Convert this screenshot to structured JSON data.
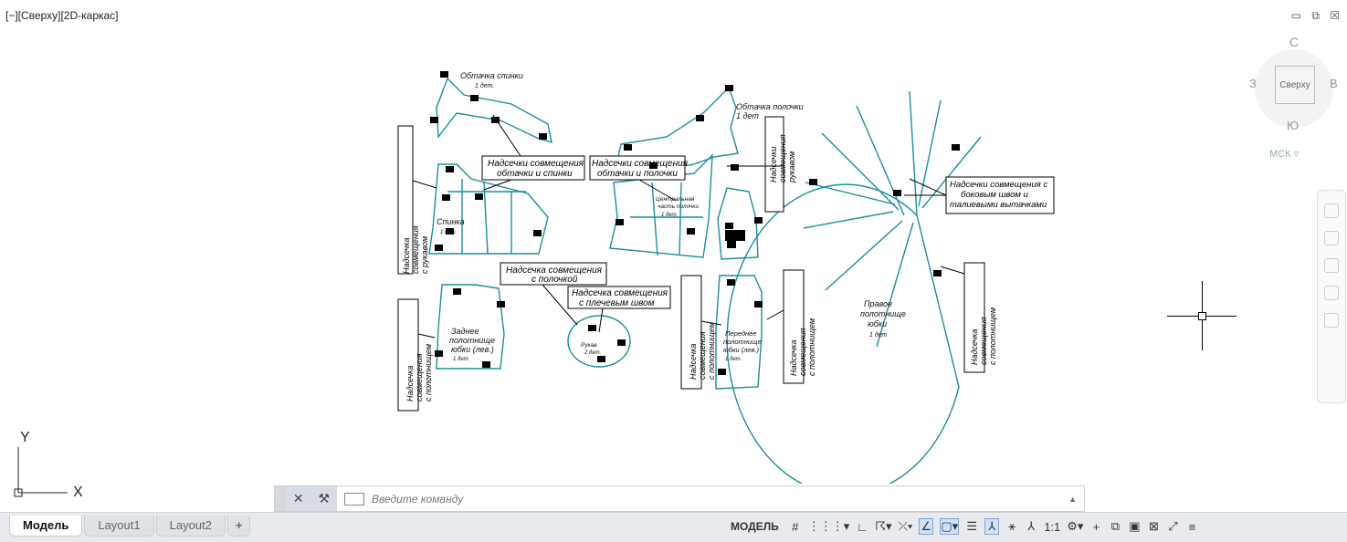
{
  "viewport": {
    "label": "[−][Сверху][2D-каркас]",
    "window_controls": "▭ ⧉ ☒"
  },
  "viewcube": {
    "north": "С",
    "south": "Ю",
    "west": "З",
    "east": "В",
    "face": "Сверху",
    "ucs": "МСК ▿"
  },
  "drawing": {
    "labels": {
      "obtachka_spinki": "Обтачка спинки",
      "obtachka_spinki_count": "1 дет.",
      "obtachka_polochki": "Обтачка полочки",
      "obtachka_polochki_count": "1 дет",
      "spinka": "Спинка",
      "spinka_count": "1 дет.",
      "central_part": "Центральная",
      "central_part2": "часть полочки",
      "central_part_count": "1 дет.",
      "rukav": "Рукав",
      "rukav_count": "2 дет.",
      "back_skirt1": "Заднее",
      "back_skirt2": "полотнище",
      "back_skirt3": "юбки (лев.)",
      "back_skirt_count": "1 дет.",
      "front_skirt1": "Переднее",
      "front_skirt2": "полотнище",
      "front_skirt3": "юбки (лев.)",
      "front_skirt_count": "1 дет.",
      "right_skirt1": "Правое",
      "right_skirt2": "полотнище",
      "right_skirt3": "юбки",
      "right_skirt_count": "1 дет"
    },
    "callouts": {
      "c1a": "Надсечки совмещения",
      "c1b": "обтачки и спинки",
      "c2a": "Надсечки совмещения",
      "c2b": "обтачки и полочки",
      "c3a": "Надсечка совмещения",
      "c3b": "с полочкой",
      "c4a": "Надсечка совмещения",
      "c4b": "с плечевым швом",
      "c5a": "Надсечки совмещения с",
      "c5b": "боковым швом и",
      "c5c": "талиевыми вытачками"
    },
    "vertical_notes": {
      "v1a": "Надсечка",
      "v1b": "совмещения",
      "v1c": "с рукавом",
      "v2a": "Надсечки",
      "v2b": "совмещения",
      "v2c": "рукавом",
      "v3a": "Надсечка",
      "v3b": "совмещения",
      "v3c": "с полотнищем",
      "v4a": "Надсечка",
      "v4b": "совмещения",
      "v4c": "с полотнищем",
      "v5a": "Надсечка",
      "v5b": "совмещения",
      "v5c": "с полотнищем",
      "v6a": "Надсечка",
      "v6b": "совмещения",
      "v6c": "с полотнищем"
    }
  },
  "ucs_icon": {
    "x": "X",
    "y": "Y"
  },
  "command_line": {
    "placeholder": "Введите команду"
  },
  "layout_tabs": [
    "Модель",
    "Layout1",
    "Layout2",
    "+"
  ],
  "status": {
    "model": "МОДЕЛЬ",
    "scale": "1:1",
    "icons": [
      "grid-icon",
      "snap-icon",
      "ortho-icon",
      "polar-icon",
      "isodraft-icon",
      "osnap-icon",
      "lineweight-icon",
      "annotation-icon",
      "workspace-icon"
    ]
  },
  "colors": {
    "pattern_line": "#1a8f9a",
    "ink": "#111111",
    "callout_border": "#000000"
  }
}
